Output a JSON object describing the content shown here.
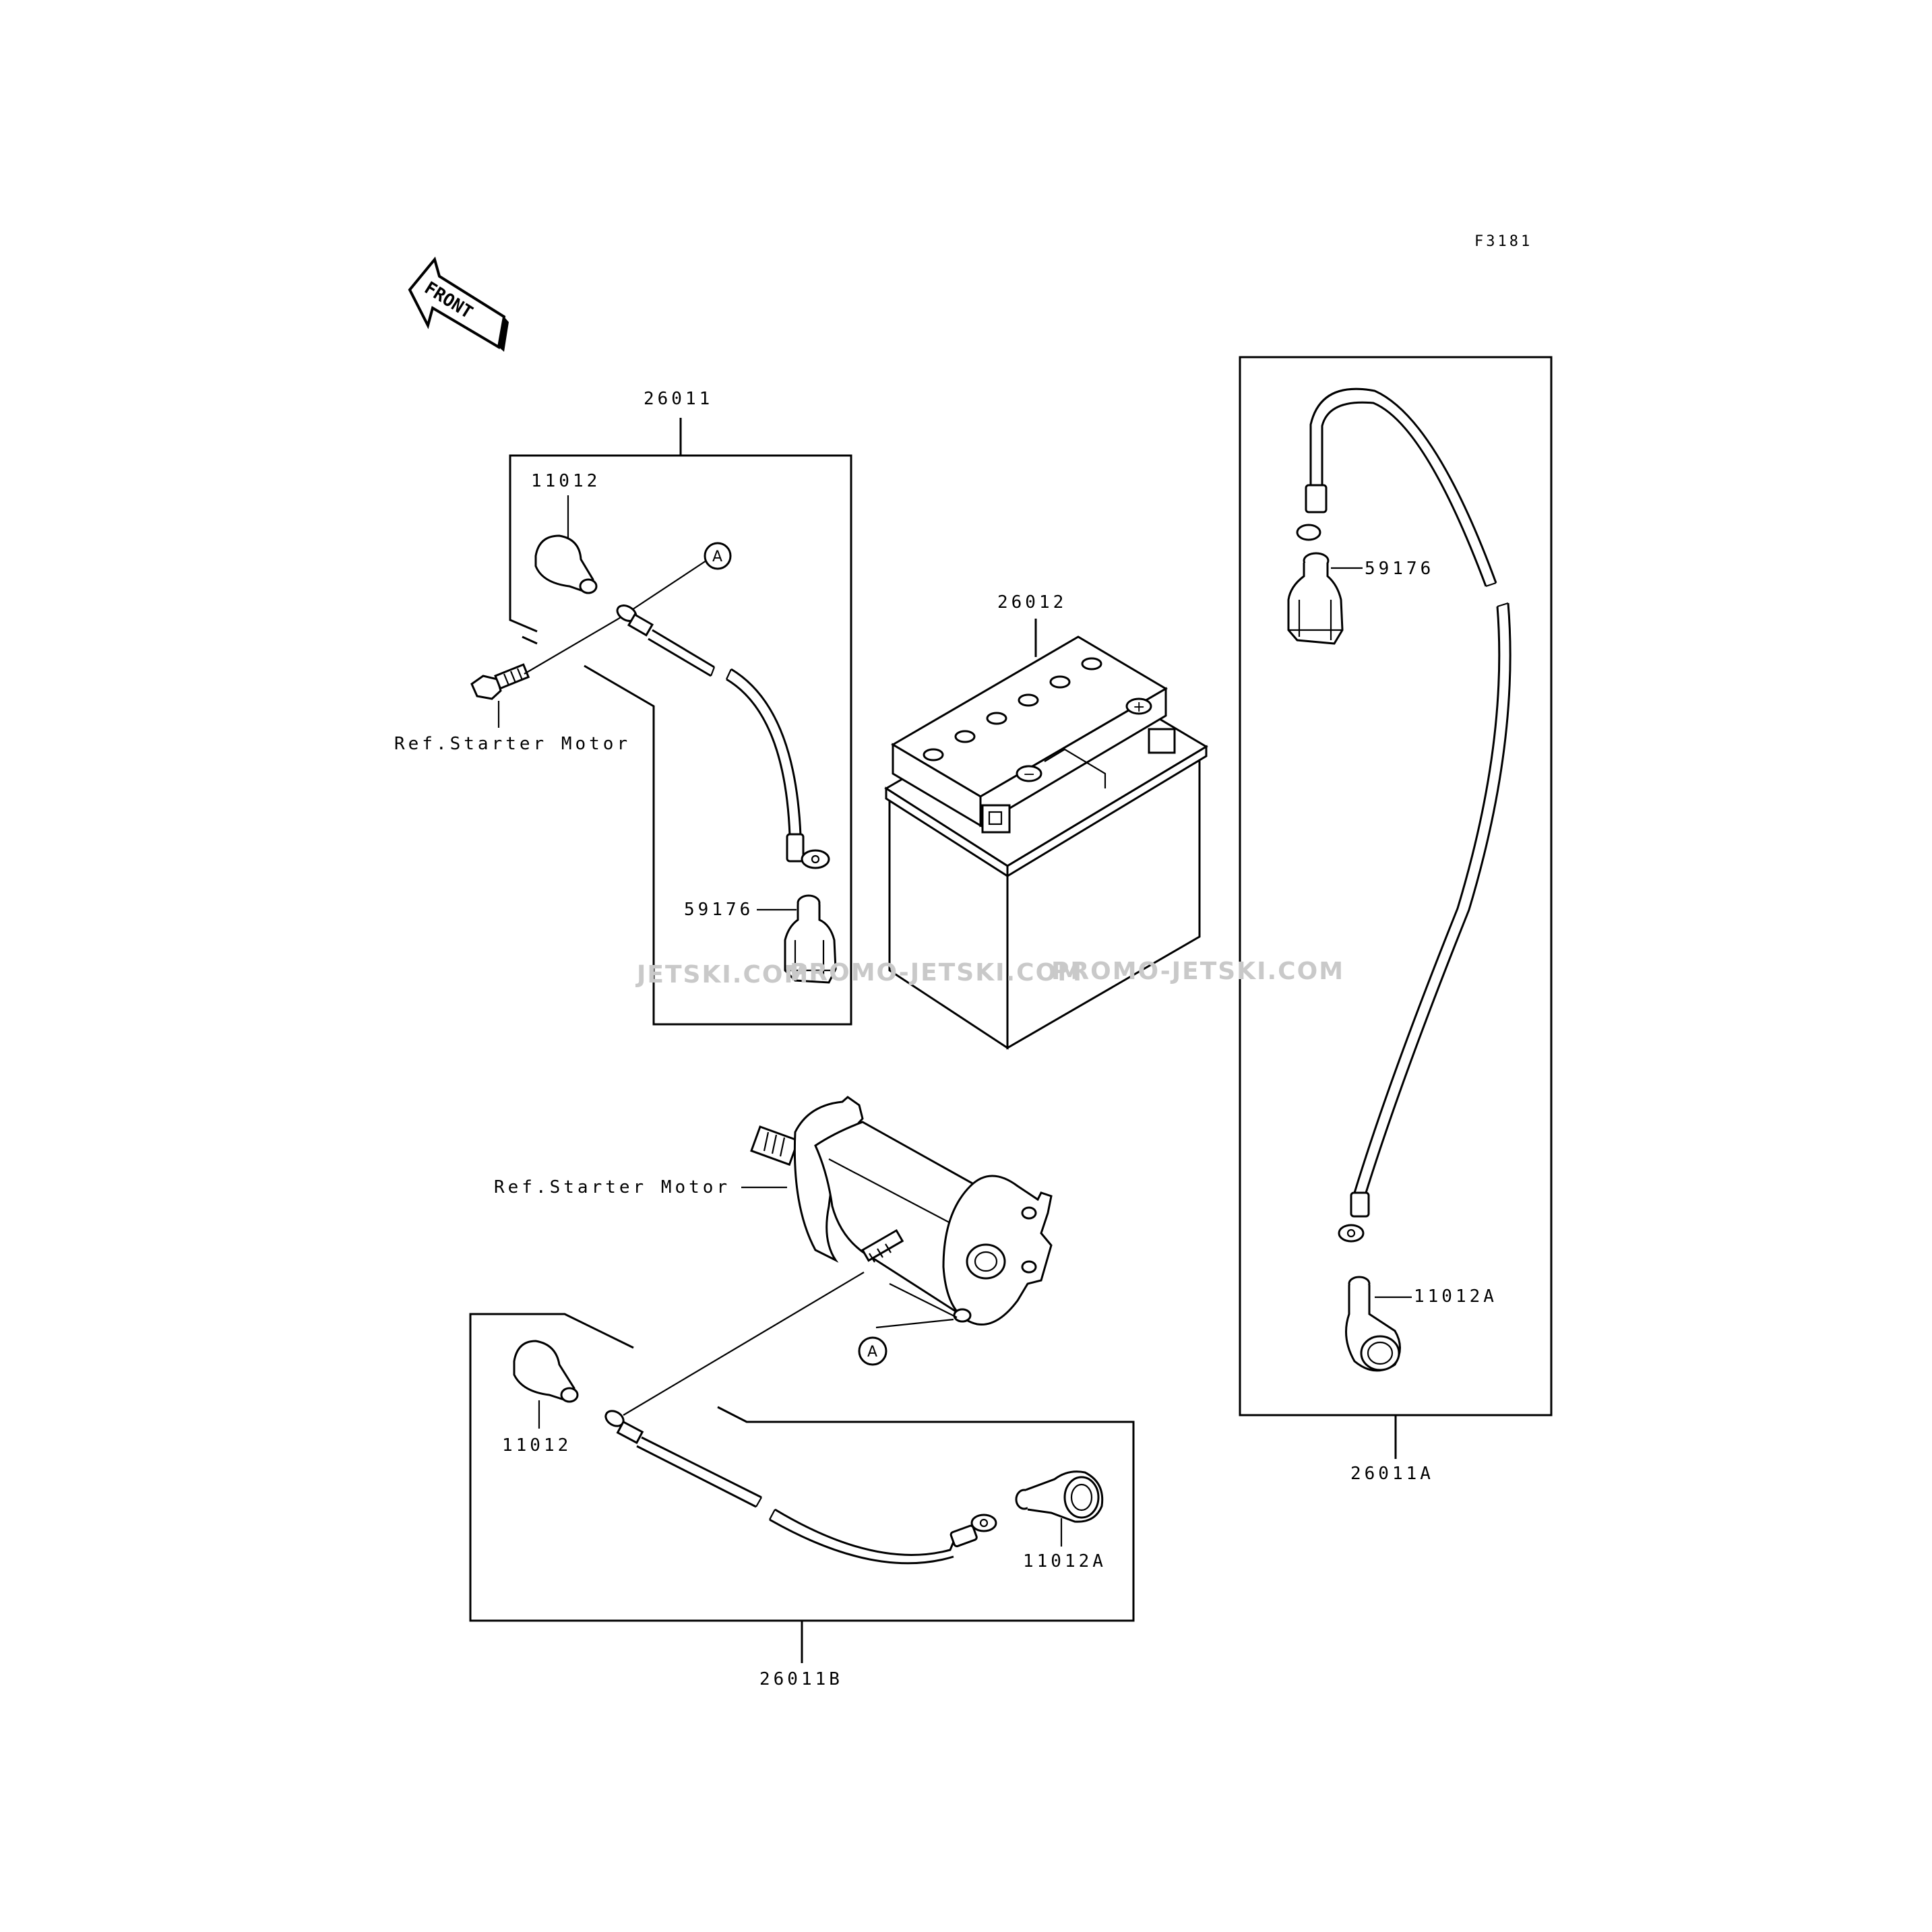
{
  "figure_code": "F3181",
  "front_indicator": "FRONT",
  "watermark": [
    "JETSKI.COM",
    "PROMO-JETSKI.COM",
    "PROMO-JETSKI.COM"
  ],
  "parts": {
    "cable_26011": "26011",
    "cap_11012_top": "11012",
    "cover_59176_left": "59176",
    "battery": "26012",
    "cable_26011A": "26011A",
    "cover_59176_right": "59176",
    "cap_11012A_right": "11012A",
    "cable_26011B": "26011B",
    "cap_11012_bottom": "11012",
    "cap_11012A_bottom": "11012A"
  },
  "references": {
    "starter_motor_top": "Ref.Starter Motor",
    "starter_motor_bottom": "Ref.Starter Motor"
  },
  "connection_markers": [
    "A",
    "A"
  ],
  "battery_terminals": [
    "−",
    "+"
  ]
}
